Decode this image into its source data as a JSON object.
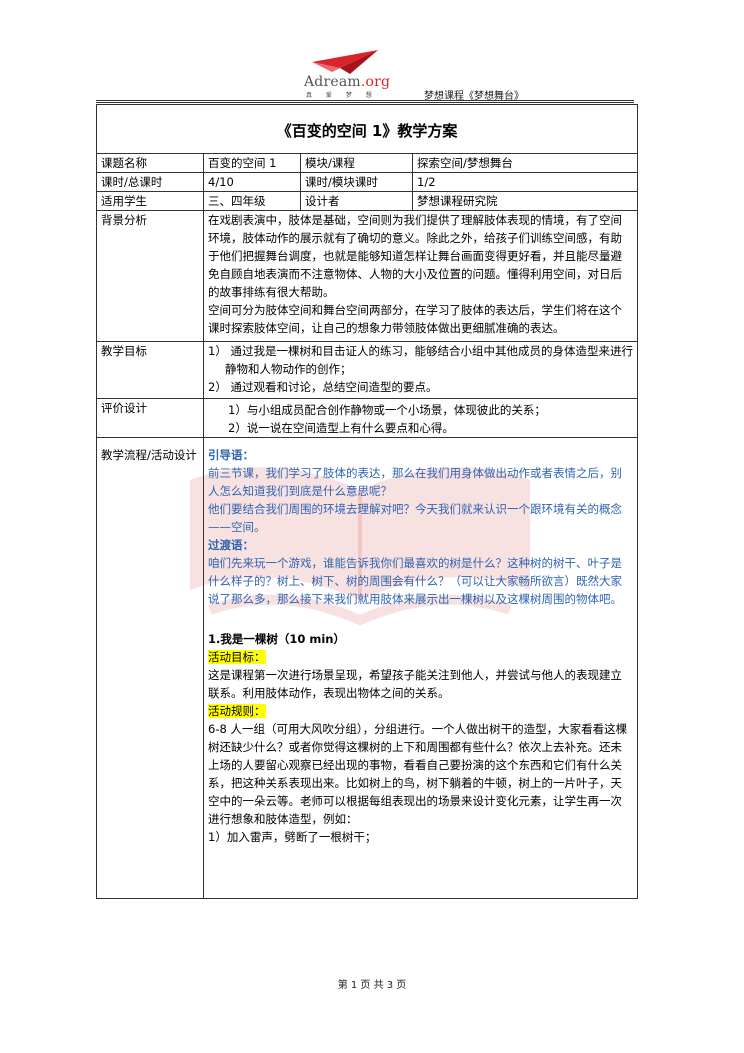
{
  "header": {
    "logo_main": "Adream",
    "logo_org": ".org",
    "logo_sub": "真 爱 梦 想",
    "right_text": "梦想课程《梦想舞台》"
  },
  "title": "《百变的空间 1》教学方案",
  "info_rows": [
    {
      "label1": "课题名称",
      "value1": "百变的空间 1",
      "label2": "模块/课程",
      "value2": "探索空间/梦想舞台"
    },
    {
      "label1": "课时/总课时",
      "value1": "4/10",
      "label2": "课时/模块课时",
      "value2": "1/2"
    },
    {
      "label1": "适用学生",
      "value1": "三、四年级",
      "label2": "设计者",
      "value2": "梦想课程研究院"
    }
  ],
  "background": {
    "label": "背景分析",
    "paragraphs": [
      "在戏剧表演中，肢体是基础，空间则为我们提供了理解肢体表现的情境，有了空间环境，肢体动作的展示就有了确切的意义。除此之外，给孩子们训练空间感，有助于他们把握舞台调度，也就是能够知道怎样让舞台画面变得更好看，并且能尽量避免自顾自地表演而不注意物体、人物的大小及位置的问题。懂得利用空间，对日后的故事排练有很大帮助。",
      "空间可分为肢体空间和舞台空间两部分，在学习了肢体的表达后，学生们将在这个课时探索肢体空间，让自己的想象力带领肢体做出更细腻准确的表达。"
    ]
  },
  "goals": {
    "label": "教学目标",
    "items": [
      "1） 通过我是一棵树和目击证人的练习，能够结合小组中其他成员的身体造型来进行静物和人物动作的创作；",
      "2） 通过观看和讨论，总结空间造型的要点。"
    ]
  },
  "evaluation": {
    "label": "评价设计",
    "items": [
      "1）与小组成员配合创作静物或一个小场景，体现彼此的关系；",
      "2）说一说在空间造型上有什么要点和心得。"
    ]
  },
  "process": {
    "label": "教学流程/活动设计",
    "intro_label": "引导语：",
    "intro_paragraphs": [
      "前三节课，我们学习了肢体的表达，那么在我们用身体做出动作或者表情之后，别人怎么知道我们到底是什么意思呢？",
      "他们要结合我们周围的环境去理解对吧？今天我们就来认识一个跟环境有关的概念——空间。"
    ],
    "transition_label": "过渡语：",
    "transition_paragraph": "咱们先来玩一个游戏，谁能告诉我你们最喜欢的树是什么？这种树的树干、叶子是什么样子的？树上、树下、树的周围会有什么？（可以让大家畅所欲言）既然大家说了那么多，那么接下来我们就用肢体来展示出一棵树以及这棵树周围的物体吧。",
    "section_title": "1.我是一棵树（10 min）",
    "target_label": "活动目标：",
    "target_paragraph": "这是课程第一次进行场景呈现，希望孩子能关注到他人，并尝试与他人的表现建立联系。利用肢体动作，表现出物体之间的关系。",
    "rules_label": "活动规则：",
    "rules_paragraph": "6-8 人一组（可用大风吹分组），分组进行。一个人做出树干的造型，大家看看这棵树还缺少什么？或者你觉得这棵树的上下和周围都有些什么？依次上去补充。还未上场的人要留心观察已经出现的事物，看看自己要扮演的这个东西和它们有什么关系，把这种关系表现出来。比如树上的鸟，树下躺着的牛顿，树上的一片叶子，天空中的一朵云等。老师可以根据每组表现出的场景来设计变化元素，让学生再一次进行想象和肢体造型，例如：",
    "last_line": "1）加入雷声，劈断了一根树干；"
  },
  "footer": "第 1 页 共 3 页",
  "colors": {
    "blue_text": "#2f64b2",
    "highlight": "#ffff00",
    "logo_red": "#d9232d"
  }
}
